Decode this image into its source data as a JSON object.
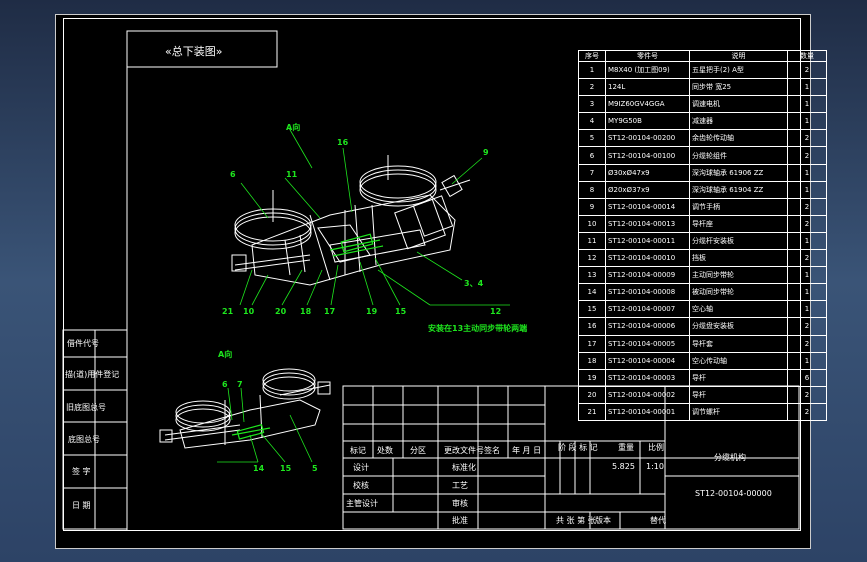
{
  "title_box": "«总下装图»",
  "parts_header": {
    "no": "序号",
    "code": "零件号",
    "name": "说明",
    "qty": "数量"
  },
  "parts": [
    {
      "no": "1",
      "code": "M8X40 (加工图09)",
      "name": "五星把手(2) A型",
      "qty": "2"
    },
    {
      "no": "2",
      "code": "124L",
      "name": "同步带 宽25",
      "qty": "1"
    },
    {
      "no": "3",
      "code": "M9IZ60GV4GGA",
      "name": "调速电机",
      "qty": "1"
    },
    {
      "no": "4",
      "code": "MY9G50B",
      "name": "减速器",
      "qty": "1"
    },
    {
      "no": "5",
      "code": "ST12-00104-00200",
      "name": "余齿轮传动轴",
      "qty": "2"
    },
    {
      "no": "6",
      "code": "ST12-00104-00100",
      "name": "分缆轮组件",
      "qty": "2"
    },
    {
      "no": "7",
      "code": "Ø30xØ47x9",
      "name": "深沟球轴承 61906 ZZ",
      "qty": "1"
    },
    {
      "no": "8",
      "code": "Ø20xØ37x9",
      "name": "深沟球轴承 61904 ZZ",
      "qty": "1"
    },
    {
      "no": "9",
      "code": "ST12-00104-00014",
      "name": "调节手柄",
      "qty": "2"
    },
    {
      "no": "10",
      "code": "ST12-00104-00013",
      "name": "导杆座",
      "qty": "2"
    },
    {
      "no": "11",
      "code": "ST12-00104-00011",
      "name": "分缆杆安装板",
      "qty": "1"
    },
    {
      "no": "12",
      "code": "ST12-00104-00010",
      "name": "挡板",
      "qty": "2"
    },
    {
      "no": "13",
      "code": "ST12-00104-00009",
      "name": "主动同步带轮",
      "qty": "1"
    },
    {
      "no": "14",
      "code": "ST12-00104-00008",
      "name": "被动同步带轮",
      "qty": "1"
    },
    {
      "no": "15",
      "code": "ST12-00104-00007",
      "name": "空心轴",
      "qty": "1"
    },
    {
      "no": "16",
      "code": "ST12-00104-00006",
      "name": "分缆盘安装板",
      "qty": "2"
    },
    {
      "no": "17",
      "code": "ST12-00104-00005",
      "name": "导杆套",
      "qty": "2"
    },
    {
      "no": "18",
      "code": "ST12-00104-00004",
      "name": "空心传动轴",
      "qty": "1"
    },
    {
      "no": "19",
      "code": "ST12-00104-00003",
      "name": "导杆",
      "qty": "6"
    },
    {
      "no": "20",
      "code": "ST12-00104-00002",
      "name": "导杆",
      "qty": "2"
    },
    {
      "no": "21",
      "code": "ST12-00104-00001",
      "name": "调节螺杆",
      "qty": "2"
    }
  ],
  "callouts": {
    "view_a_top": "A向",
    "view_a_bottom": "A向",
    "n16": "16",
    "n11": "11",
    "n6": "6",
    "n9": "9",
    "n3_4": "3、4",
    "n12": "12",
    "n21": "21",
    "n10": "10",
    "n20": "20",
    "n18": "18",
    "n17": "17",
    "n19": "19",
    "n15": "15",
    "note": "安装在13主动同步带轮两端",
    "b6": "6",
    "b7": "7",
    "b14": "14",
    "b15": "15",
    "b5": "5"
  },
  "left_strip": [
    "借件代号",
    "描(道)用件登记",
    "旧底图总号",
    "底图总号",
    "签 字",
    "日 期"
  ],
  "title_block": {
    "r_mark": "标记",
    "r_count": "处数",
    "r_zone": "分区",
    "r_docno": "更改文件号",
    "r_sign": "签名",
    "r_date": "年 月 日",
    "design": "设计",
    "std": "标准化",
    "check": "校核",
    "craft": "工艺",
    "chief": "主管设计",
    "review": "审核",
    "approve": "批准",
    "stage": "阶 段 标 记",
    "weight": "重量",
    "scale": "比例",
    "weight_val": "5.825",
    "scale_val": "1:10",
    "sheets": "共 张 第 张",
    "version": "版本",
    "replace": "替代",
    "drawing_name": "分缆机构",
    "drawing_no": "ST12-00104-00000"
  }
}
